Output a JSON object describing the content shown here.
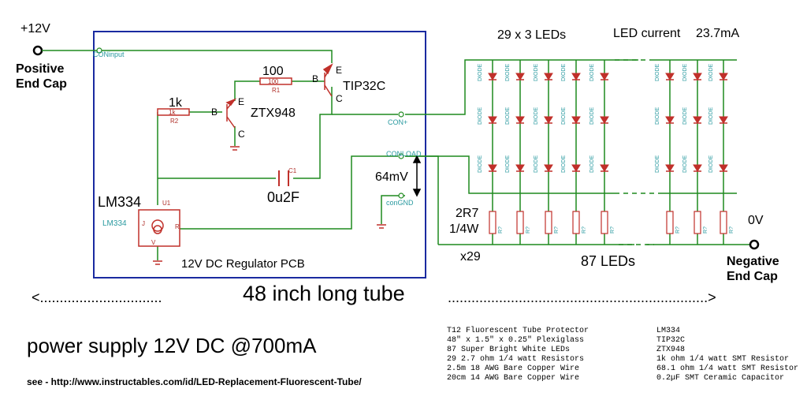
{
  "labels": {
    "v_plus": "+12V",
    "pos_cap_1": "Positive",
    "pos_cap_2": "End Cap",
    "neg_v": "0V",
    "neg_cap_1": "Negative",
    "neg_cap_2": "End Cap",
    "r100": "100",
    "r100_tag": "100",
    "r1": "R1",
    "r1k": "1k",
    "r1k_tag": "1k",
    "r2": "R2",
    "tip32c": "TIP32C",
    "ztx948": "ZTX948",
    "b1": "B",
    "e1": "E",
    "c1": "C",
    "b2": "B",
    "e2": "E",
    "c2": "C",
    "lm334": "LM334",
    "lm334_part": "LM334",
    "u1": "U1",
    "pin_r": "R",
    "pin_v": "V",
    "pin_j": "J",
    "cap_val": "0u2F",
    "cap_ref": "C1",
    "mv": "64mV",
    "r2r7": "2R7",
    "r_watt": "1/4W",
    "x29": "x29",
    "leds87": "87 LEDs",
    "leds_title": "29 x 3 LEDs",
    "led_current": "LED current",
    "led_current_val": "23.7mA",
    "pcb": "12V DC Regulator PCB",
    "tube": "48 inch long tube",
    "arrow_left": "<...............................",
    "arrow_right": "..................................................................>",
    "power": "power supply 12V DC  @700mA",
    "see": "see  - http://www.instructables.com/id/LED-Replacement-Fluorescent-Tube/",
    "conn_input": "CONinput",
    "conn_plus": "CON+",
    "conn_load": "CONLOAD",
    "conn_gnd": "conGND",
    "diode_tag": "DIODE",
    "res_tag": "R?"
  },
  "parts_list_1": [
    "T12 Fluorescent Tube Protector",
    "48\" x 1.5\" x 0.25\" Plexiglass",
    "87 Super Bright White LEDs",
    "29 2.7 ohm 1/4 watt Resistors",
    "2.5m 18 AWG Bare Copper Wire",
    "20cm 14 AWG Bare Copper Wire"
  ],
  "parts_list_2": [
    "LM334",
    "TIP32C",
    "ZTX948",
    "1k ohm 1/4 watt SMT Resistor",
    "68.1 ohm 1/4 watt SMT Resistor",
    "0.2µF SMT Ceramic Capacitor"
  ],
  "colors": {
    "wire": "#1e8a1e",
    "component": "#c0302a",
    "pcb_border": "#1a2aa0",
    "text": "#000000",
    "tag": "#2a9aa0"
  }
}
